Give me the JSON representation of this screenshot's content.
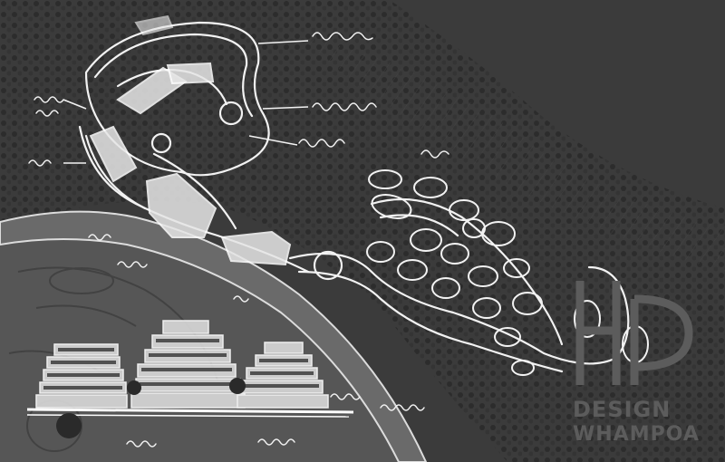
{
  "watermark": {
    "line1": "DESIGN",
    "line2": "WHAMPOA",
    "mark_icon": "hp-logo-mark"
  },
  "colors": {
    "background": "#3a3a3a",
    "terrain_dark": "#2d2d2d",
    "terrain_light": "#5a5a5a",
    "sketch_ink": "#f2f2f2",
    "watermark": "#5c5c5c"
  }
}
